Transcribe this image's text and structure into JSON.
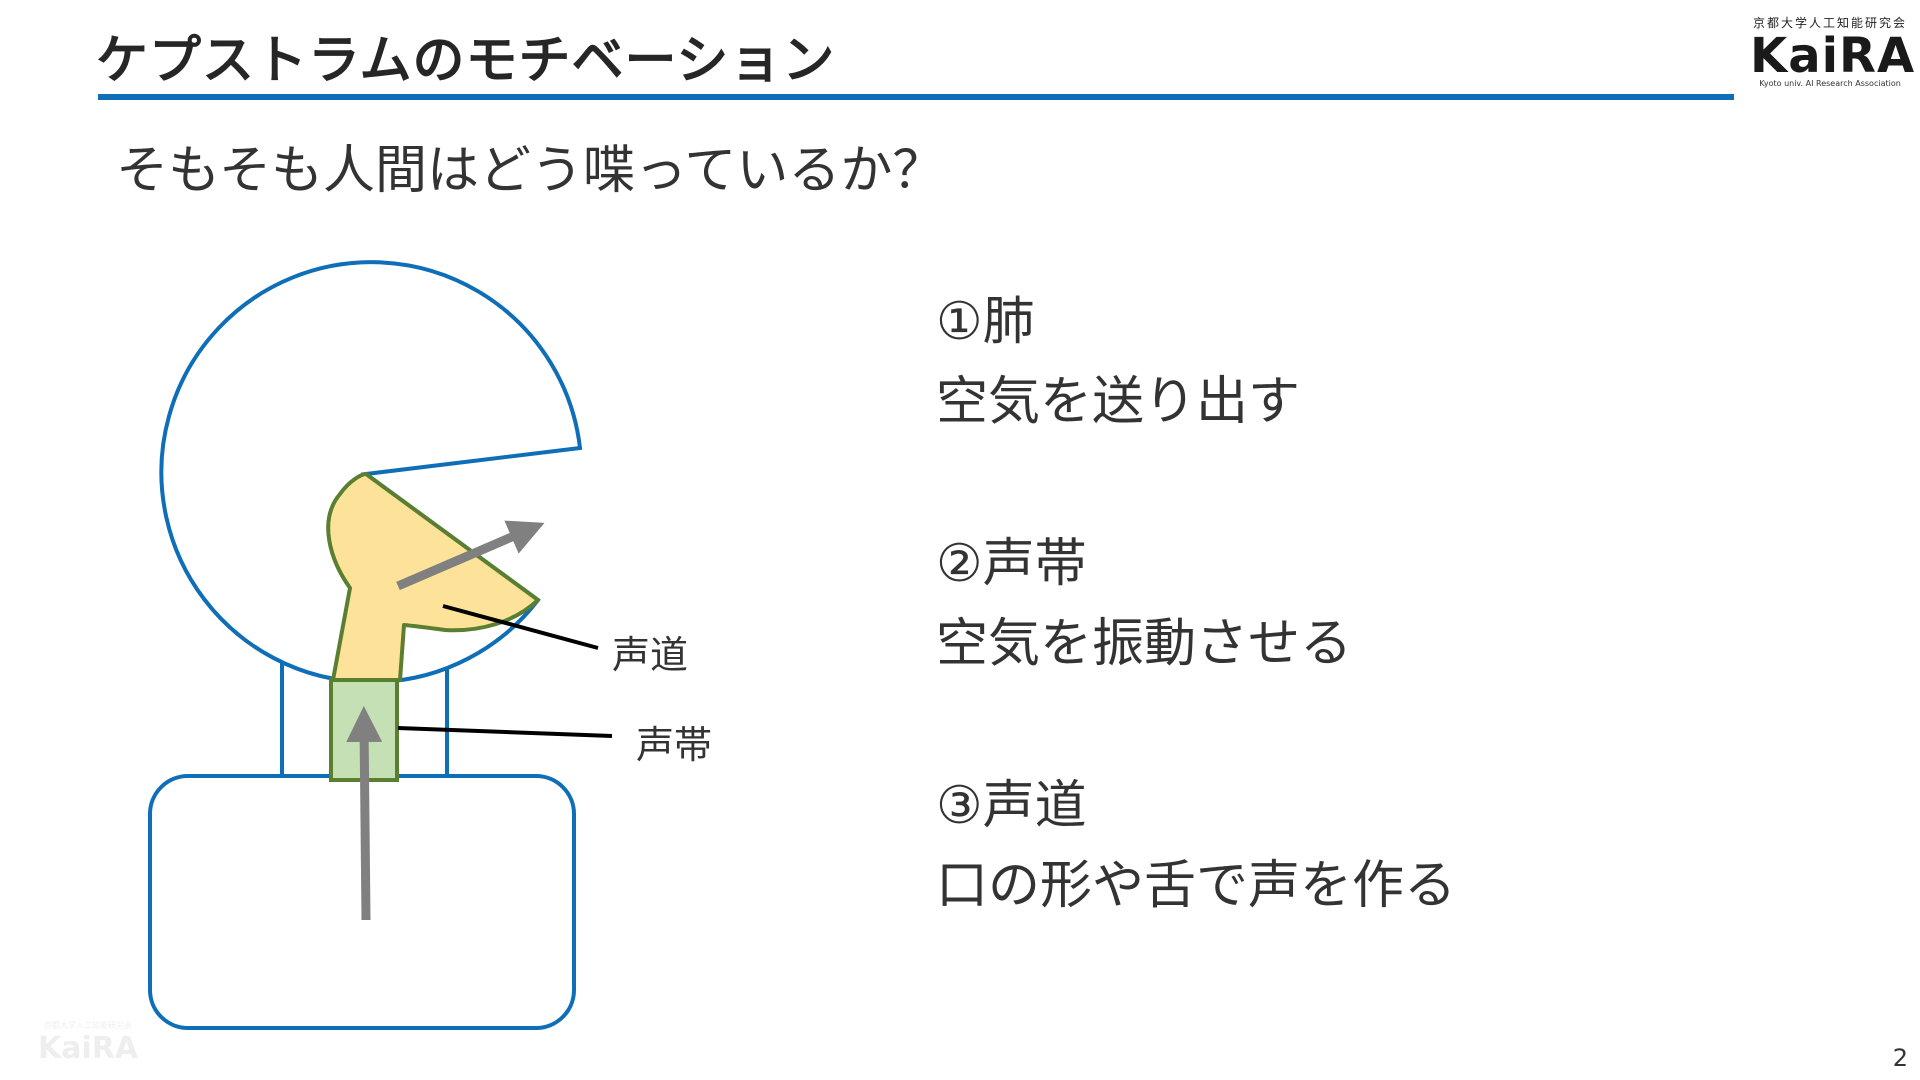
{
  "slide": {
    "title": "ケプストラムのモチベーション",
    "subtitle": "そもそも人間はどう喋っているか？",
    "page_number": "2"
  },
  "logo": {
    "top_text": "京都大学人工知能研究会",
    "main_text": "KaiRA",
    "sub_text": "Kyoto univ. AI Research Association"
  },
  "diagram": {
    "label_vocal_tract": "声道",
    "label_vocal_cords": "声帯",
    "colors": {
      "outline": "#0e6eb8",
      "vocal_tract_fill": "#fde39a",
      "vocal_tract_stroke": "#5b7f30",
      "vocal_cords_fill": "#c5e0b4",
      "arrow": "#808080"
    }
  },
  "steps": [
    {
      "heading": "①肺",
      "body": "空気を送り出す"
    },
    {
      "heading": "②声帯",
      "body": "空気を振動させる"
    },
    {
      "heading": "③声道",
      "body": "口の形や舌で声を作る"
    }
  ]
}
